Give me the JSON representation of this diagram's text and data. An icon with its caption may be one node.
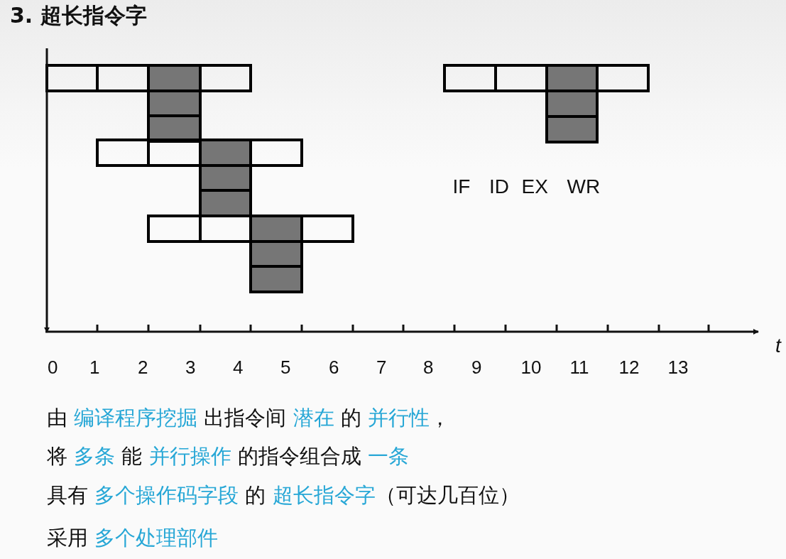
{
  "diagram": {
    "title": "3. 超长指令字",
    "labels": [
      "IF",
      "ID",
      "EX",
      "WR",
      "t",
      "0",
      "1",
      "2",
      "3",
      "4",
      "5",
      "6",
      "7",
      "8",
      "9",
      "10",
      "11",
      "12",
      "13",
      "由 *编译程序挖掘* 出指令间 *潜在* 的 *并行性*，",
      "将 *多条* 能 *并行操作* 的指令组合成 *一条*",
      "具有 *多个操作码字段* 的 *超长指令字*（可达几百位）",
      "采用 *多个处理部件*"
    ]
  }
}
